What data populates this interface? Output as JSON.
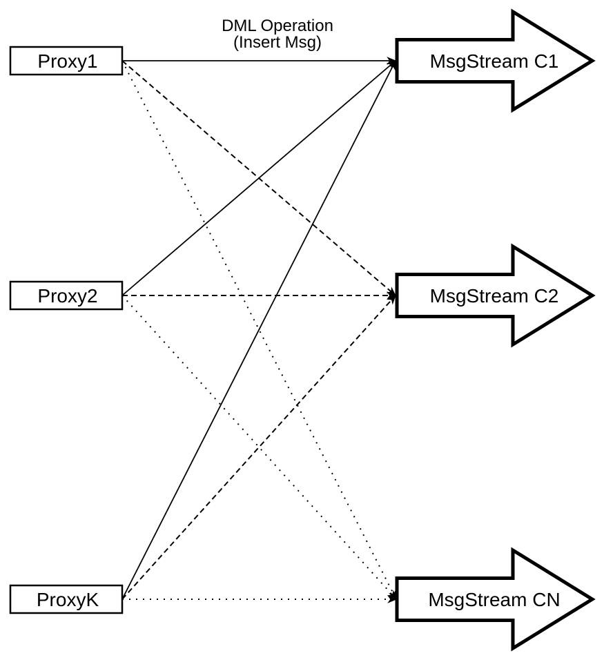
{
  "diagram": {
    "title": {
      "line1": "DML Operation",
      "line2": "(Insert Msg)"
    }
  },
  "proxies": [
    {
      "id": "proxy1",
      "label": "Proxy1"
    },
    {
      "id": "proxy2",
      "label": "Proxy2"
    },
    {
      "id": "proxyk",
      "label": "ProxyK"
    }
  ],
  "streams": [
    {
      "id": "c1",
      "label": "MsgStream C1"
    },
    {
      "id": "c2",
      "label": "MsgStream C2"
    },
    {
      "id": "cn",
      "label": "MsgStream CN"
    }
  ],
  "connections": [
    {
      "from": "proxy1",
      "to": "c1",
      "style": "solid"
    },
    {
      "from": "proxy2",
      "to": "c1",
      "style": "solid"
    },
    {
      "from": "proxyk",
      "to": "c1",
      "style": "solid"
    },
    {
      "from": "proxy1",
      "to": "c2",
      "style": "dashed"
    },
    {
      "from": "proxy2",
      "to": "c2",
      "style": "dashed"
    },
    {
      "from": "proxyk",
      "to": "c2",
      "style": "dashed"
    },
    {
      "from": "proxy1",
      "to": "cn",
      "style": "dotted"
    },
    {
      "from": "proxy2",
      "to": "cn",
      "style": "dotted"
    },
    {
      "from": "proxyk",
      "to": "cn",
      "style": "dotted"
    }
  ],
  "colors": {
    "stroke": "#000000",
    "fill": "#ffffff",
    "background": "#ffffff"
  }
}
